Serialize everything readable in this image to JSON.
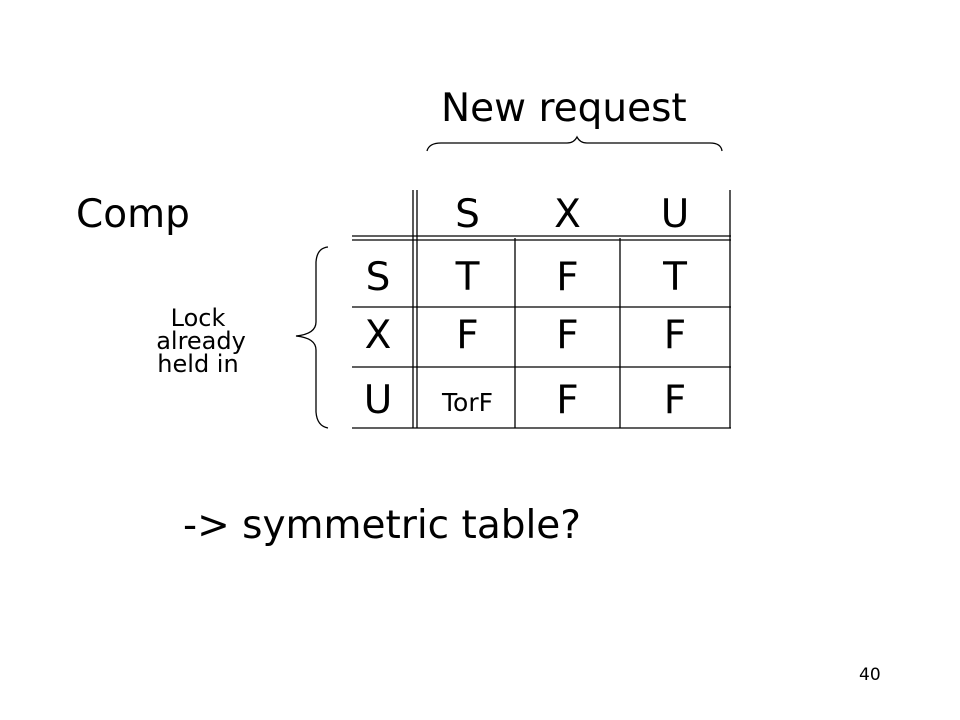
{
  "slide": {
    "header_label": "New request",
    "comp_label": "Comp",
    "side_label": [
      "Lock",
      "already",
      "held in"
    ],
    "footer_text": "-> symmetric table?",
    "page_number": "40"
  },
  "table": {
    "columns": [
      "S",
      "X",
      "U"
    ],
    "rows": [
      {
        "label": "S",
        "cells": [
          "T",
          "F",
          "T"
        ]
      },
      {
        "label": "X",
        "cells": [
          "F",
          "F",
          "F"
        ]
      },
      {
        "label": "U",
        "cells": [
          "TorF",
          "F",
          "F"
        ]
      }
    ]
  }
}
